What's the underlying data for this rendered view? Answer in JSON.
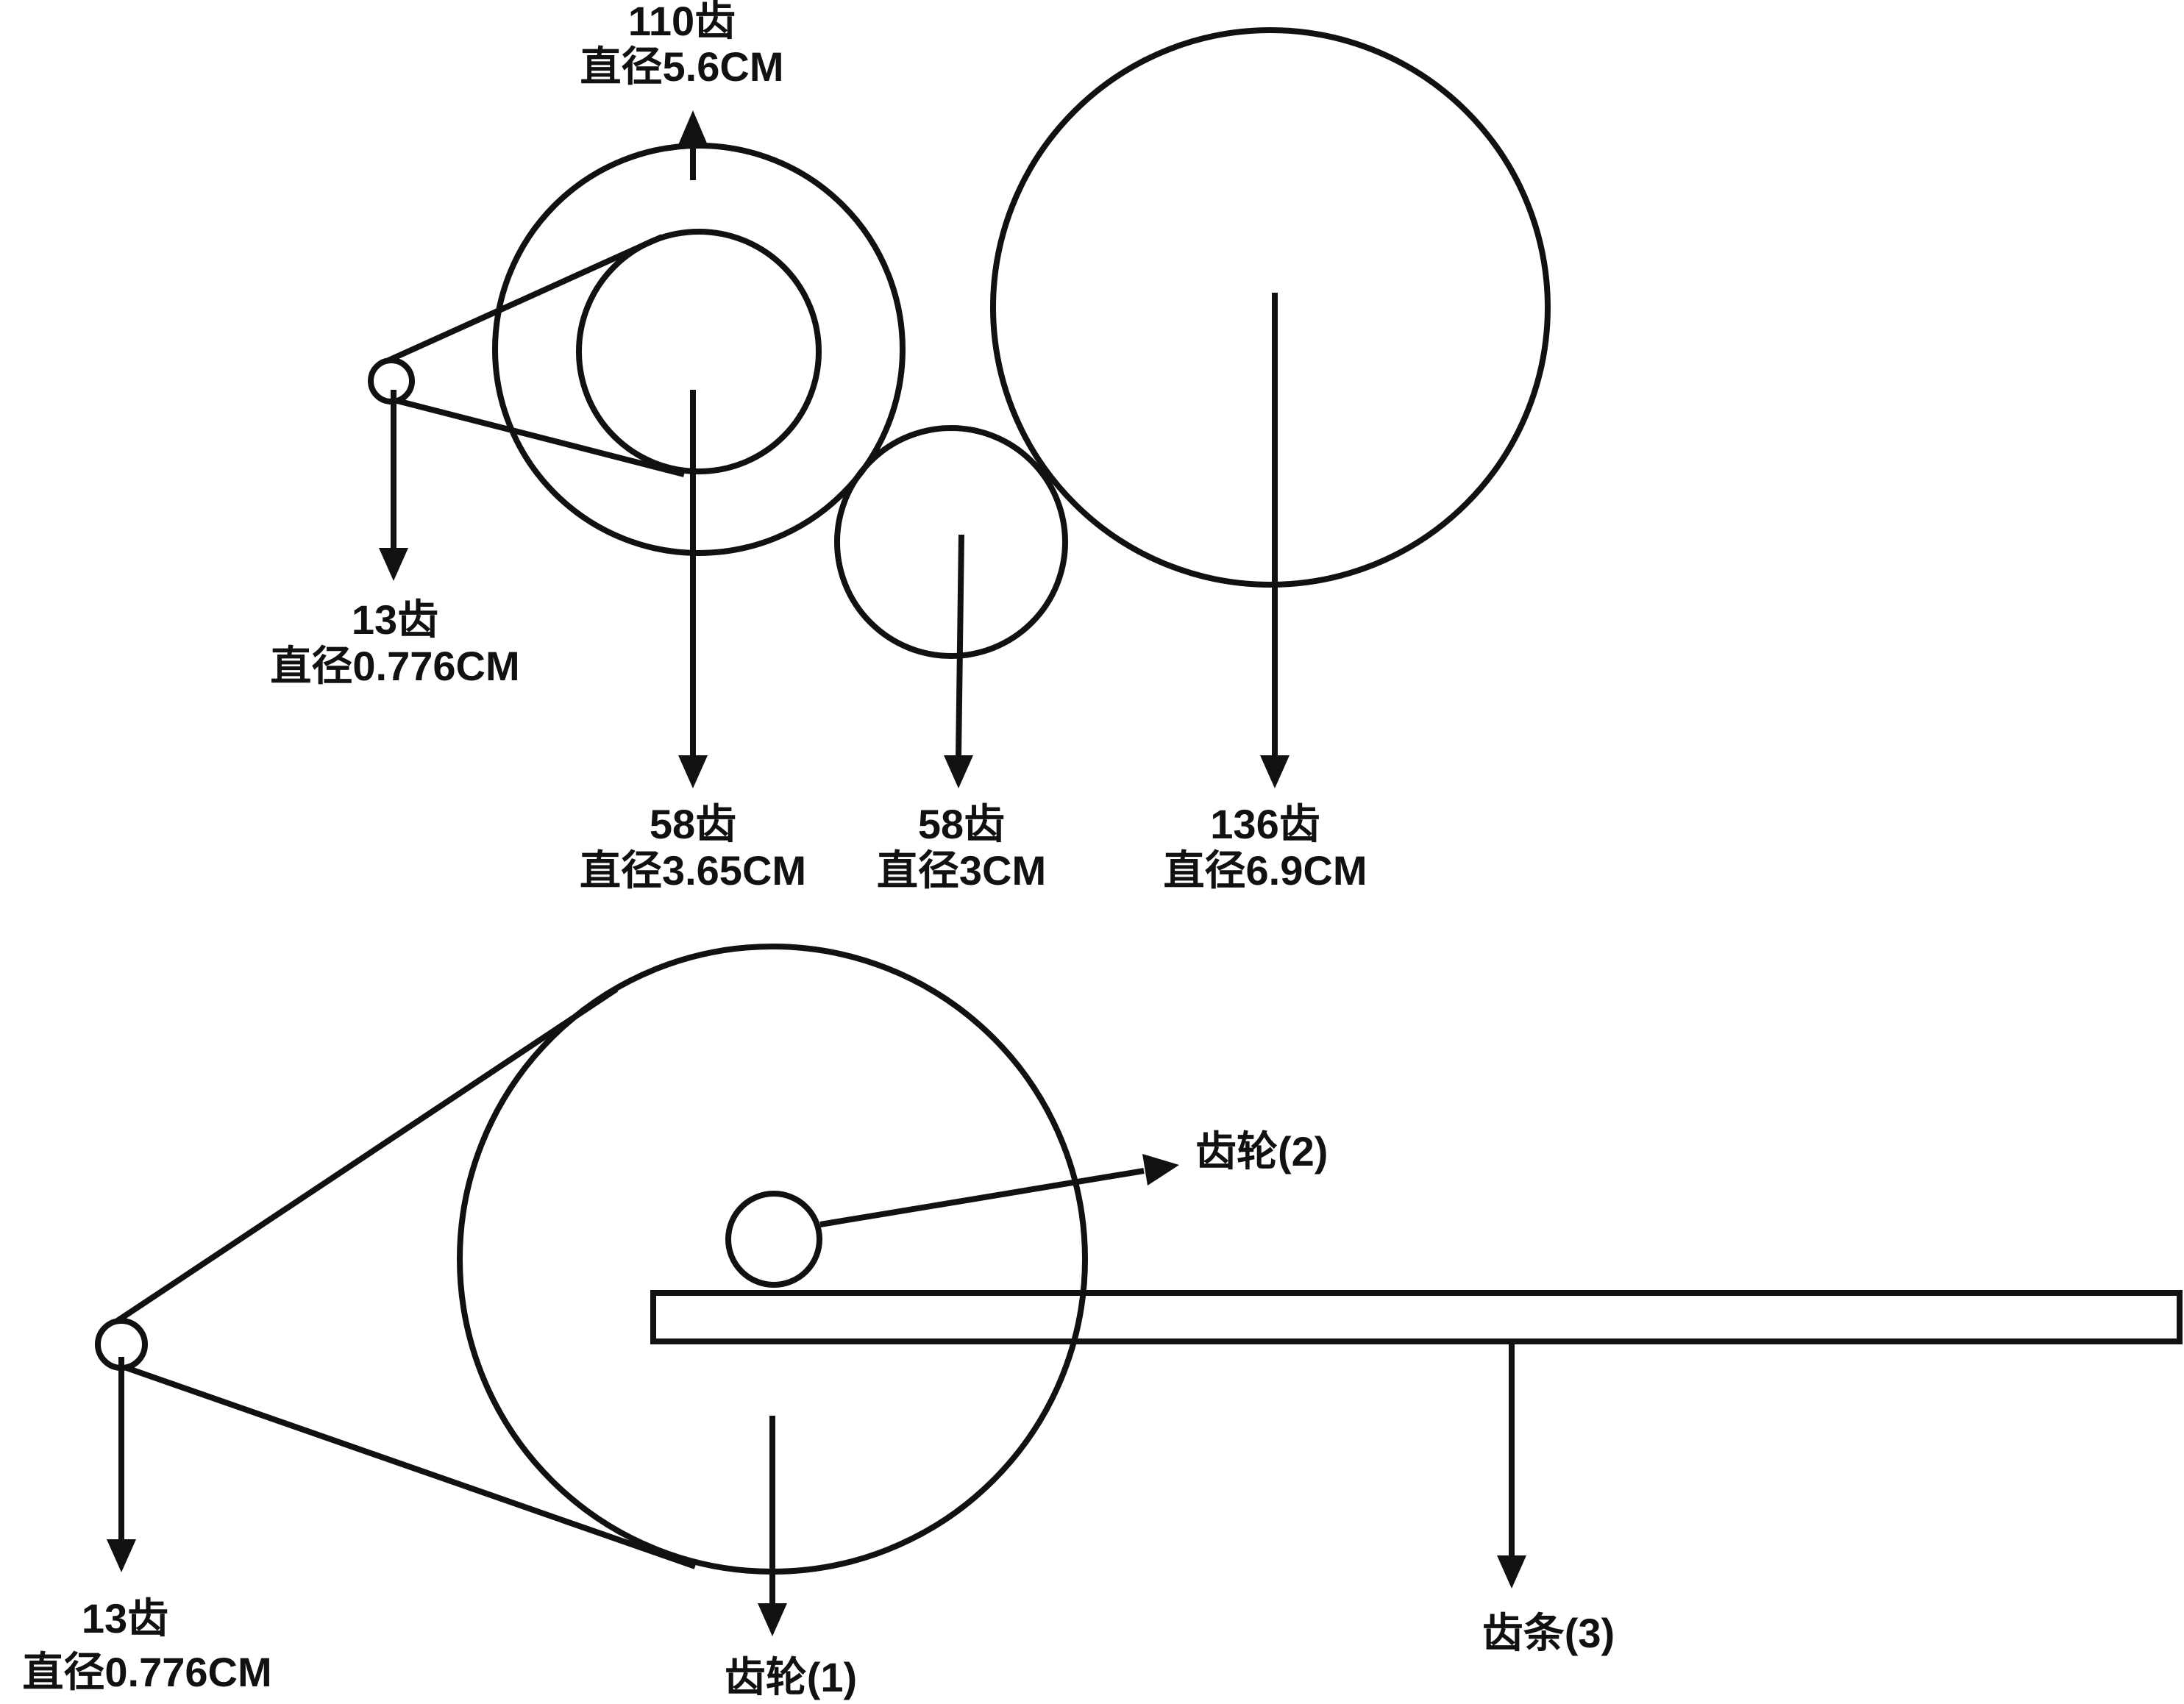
{
  "top_figure": {
    "gear_110": {
      "teeth": "110齿",
      "diameter": "直径5.6CM"
    },
    "pinion_13": {
      "teeth": "13齿",
      "diameter": "直径0.776CM"
    },
    "gear_58_inner": {
      "teeth": "58齿",
      "diameter": "直径3.65CM"
    },
    "gear_58_small": {
      "teeth": "58齿",
      "diameter": "直径3CM"
    },
    "gear_136": {
      "teeth": "136齿",
      "diameter": "直径6.9CM"
    }
  },
  "bottom_figure": {
    "pinion_13": {
      "teeth": "13齿",
      "diameter": "直径0.776CM"
    },
    "gear_1": {
      "label": "齿轮(1)"
    },
    "gear_2": {
      "label": "齿轮(2)"
    },
    "rack_3": {
      "label": "齿条(3)"
    }
  }
}
